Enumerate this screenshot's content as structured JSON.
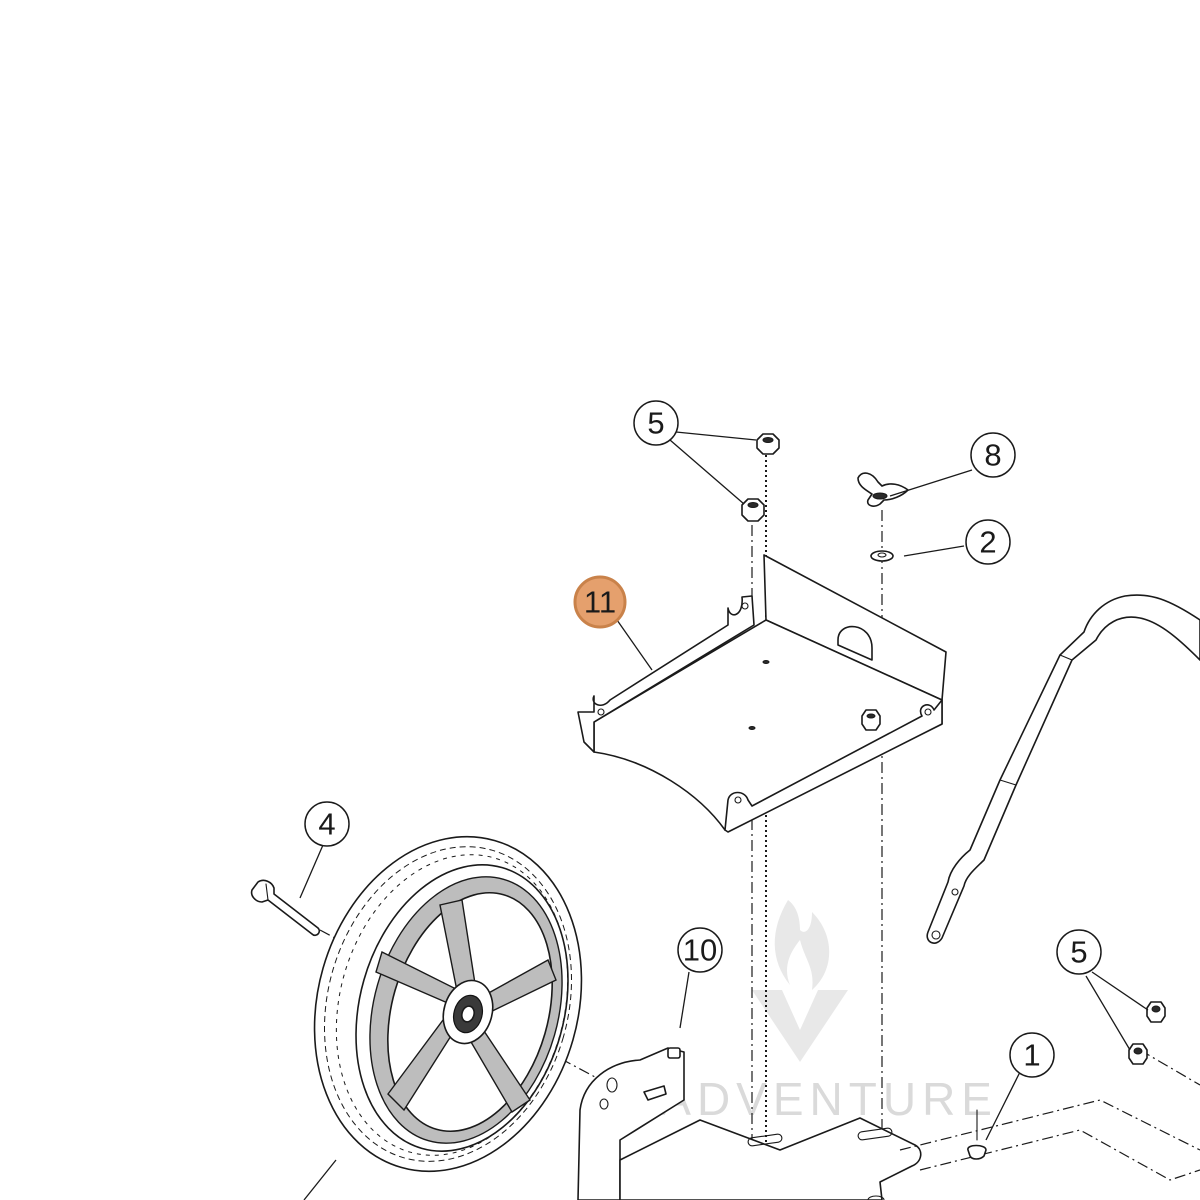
{
  "callouts": [
    {
      "id": "c5a",
      "label": "5"
    },
    {
      "id": "c8",
      "label": "8"
    },
    {
      "id": "c2",
      "label": "2"
    },
    {
      "id": "c11",
      "label": "11",
      "highlighted": true
    },
    {
      "id": "c4",
      "label": "4"
    },
    {
      "id": "c10",
      "label": "10"
    },
    {
      "id": "c5b",
      "label": "5"
    },
    {
      "id": "c1",
      "label": "1"
    }
  ],
  "watermark": {
    "text": "LEADVENTURE",
    "icon": "flame-v-logo"
  },
  "colors": {
    "highlight_fill": "#e5a06d",
    "highlight_stroke": "#c9824a",
    "line": "#1a1a1a"
  }
}
